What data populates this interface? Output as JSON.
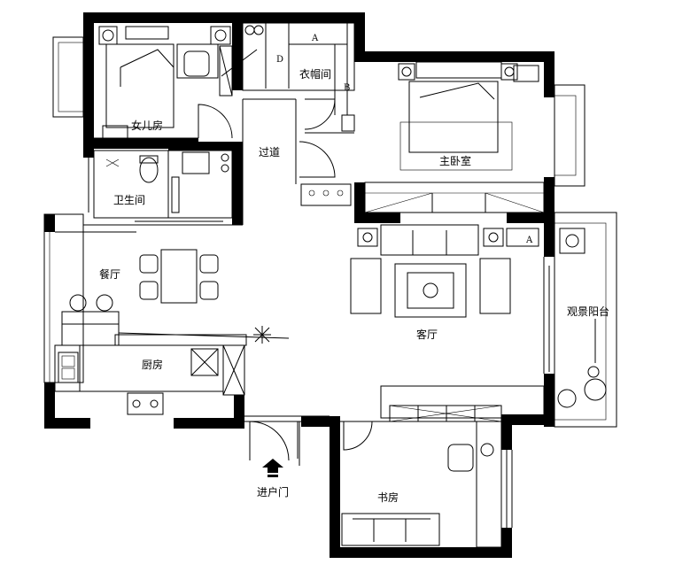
{
  "rooms": {
    "daughter_room": "女儿房",
    "wardrobe_room": "衣帽间",
    "master_bedroom": "主卧室",
    "corridor": "过道",
    "bathroom": "卫生间",
    "dining_room": "餐厅",
    "living_room": "客厅",
    "kitchen": "厨房",
    "scenic_balcony": "观景阳台",
    "study": "书房"
  },
  "entrance_label": "进户门",
  "elevation_marks": {
    "a": "A",
    "b": "B",
    "d": "D",
    "a_living": "A"
  }
}
